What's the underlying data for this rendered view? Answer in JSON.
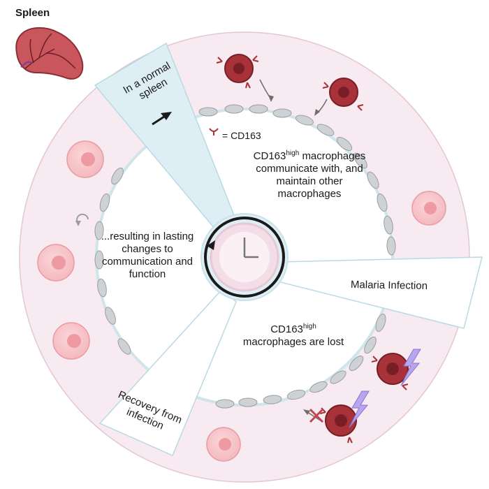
{
  "title": "Spleen",
  "legend": {
    "symbol_meaning": "= CD163"
  },
  "segments": {
    "normal": "In a normal spleen",
    "infection": "Malaria Infection",
    "recovery": "Recovery from infection"
  },
  "texts": {
    "top_prefix": "CD163",
    "top_sup": "high",
    "top_rest": "macrophages communicate with, and maintain other macrophages",
    "bottom_prefix": "CD163",
    "bottom_sup": "high",
    "bottom_rest": "macrophages are lost",
    "left": "...resulting in lasting changes to communication and function"
  },
  "colors": {
    "ring": "#f6e9ef",
    "panel": "#ddeff4",
    "macrophage": "#a8323a",
    "lightning": "#b8a6ec",
    "pink_cell": "#f2b2b6",
    "cross": "#c0474f"
  },
  "icons": [
    "spleen-icon",
    "clock-icon",
    "cycle-arrow-icon",
    "arrow-icon",
    "lightning-icon",
    "cross-icon",
    "receptor-icon"
  ]
}
